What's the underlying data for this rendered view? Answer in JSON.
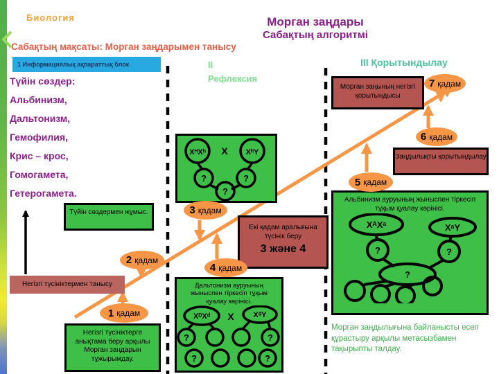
{
  "slide": {
    "subject": "Биология",
    "title": "Морган заңдары",
    "subtitle": "Сабақтың алгоритмі",
    "goal": "Сабақтың мақсаты: Морган заңдарымен танысу",
    "footer_note": "Морган заңдылығына байланысты есеп құрастыру арқылы метасызбамен тақырыпты талдау."
  },
  "sections": {
    "info_block": "1 Информациялық ақпараттық блок",
    "reflection_num": "II",
    "reflection": "Рефлексия",
    "conclusion": "III Қорытындылау"
  },
  "keywords": {
    "heading": "Түйін сөздер:",
    "items": [
      "Альбинизм,",
      "Дальтонизм,",
      "Гемофилия,",
      "Крис – крос,",
      "Гомогамета,",
      "Гетерогамета."
    ]
  },
  "steps": [
    {
      "num": "1",
      "label": "қадам"
    },
    {
      "num": "2",
      "label": "қадам"
    },
    {
      "num": "3",
      "label": "қадам"
    },
    {
      "num": "4",
      "label": "қадам"
    },
    {
      "num": "5",
      "label": "қадам"
    },
    {
      "num": "6",
      "label": "қадам"
    },
    {
      "num": "7",
      "label": "қадам"
    }
  ],
  "boxes": {
    "keywords_work": "Түйін сөздермен жұмыс.",
    "concepts_intro": "Негізгі түсініктермен  танысу",
    "concepts_define": "Негізгі түсініктерге анықтама  беру арқылы Морган заңдарын тұжырымдау.",
    "two_steps_text": "Екі қадам аралығына түсінік беру",
    "two_steps_bold": "3 және 4",
    "morgan_conclusion": "Морган заңының негізгі қорытындысы",
    "law_conclusion": "Заңдылықты қорытындылау",
    "daltonism_title": "Дальтонизм ауруының жыныспен тіркесіп тұқым қуалау көрінісі.",
    "albinism_title": "Альбинизм ауруының жыныспен тіркесіп  тұқым қуалау көрінісі."
  },
  "genetics": {
    "cross": "X",
    "q": "?",
    "hemophilia_mother": "XᴴXʰ",
    "hemophilia_father": "XʰY",
    "daltonism_mother": "XᴰXᵈ",
    "daltonism_father": "XᵈY",
    "albinism_mother": "XᴬXᵃ",
    "albinism_father": "XᵃY"
  },
  "colors": {
    "green_box": "#3ebf47",
    "red_box": "#b45551",
    "orange": "#f79646",
    "purple": "#8a1f8a",
    "teal": "#4cc69e",
    "light_green": "#7be18d",
    "info_blue": "#29a9e1"
  }
}
